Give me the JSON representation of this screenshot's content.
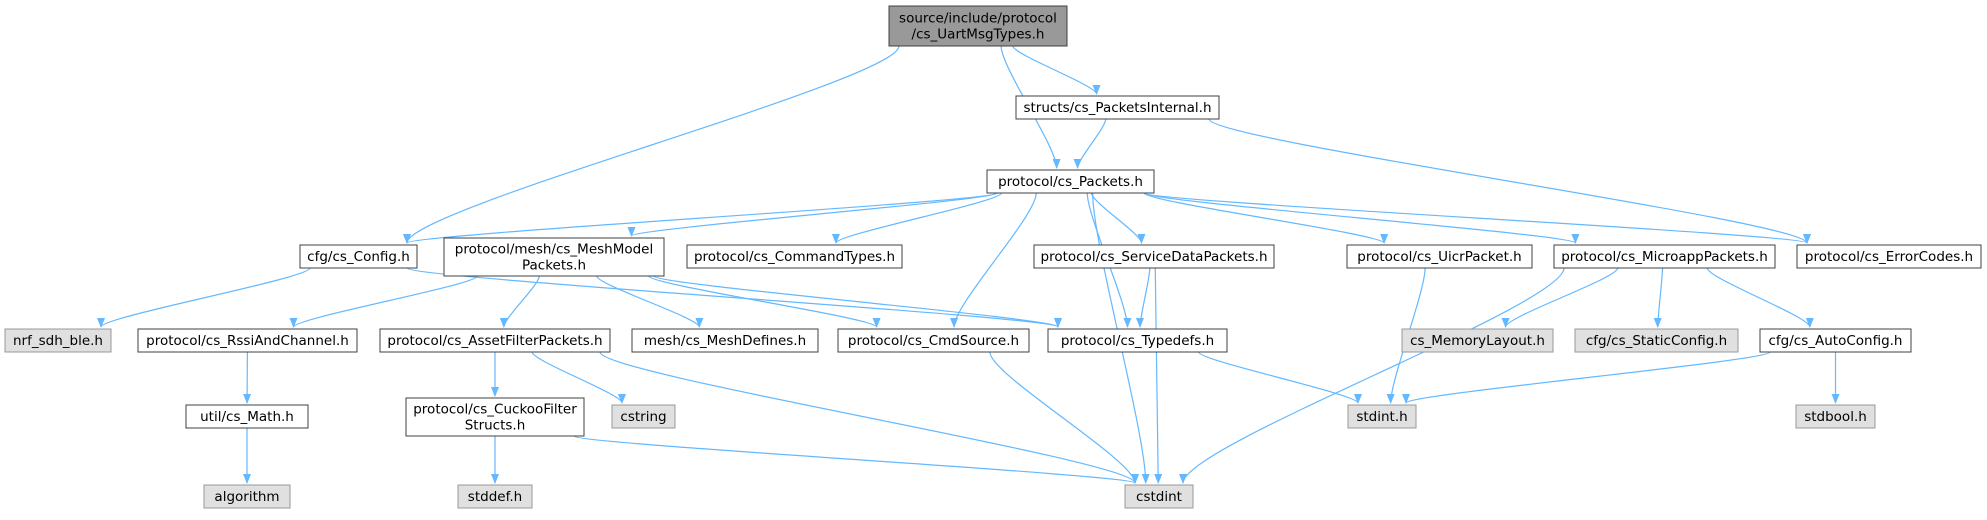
{
  "colors": {
    "edge": "#63b8ff",
    "node_border": "#404040",
    "node_fill_default": "#ffffff",
    "node_fill_external": "#e0e0e0",
    "node_border_external": "#999999",
    "node_fill_root": "#999999"
  },
  "nodes": [
    {
      "id": "root",
      "kind": "root",
      "lines": [
        "source/include/protocol",
        "/cs_UartMsgTypes.h"
      ]
    },
    {
      "id": "packets_internal",
      "kind": "default",
      "lines": [
        "structs/cs_PacketsInternal.h"
      ]
    },
    {
      "id": "packets",
      "kind": "default",
      "lines": [
        "protocol/cs_Packets.h"
      ]
    },
    {
      "id": "config",
      "kind": "default",
      "lines": [
        "cfg/cs_Config.h"
      ]
    },
    {
      "id": "mesh_model",
      "kind": "default",
      "lines": [
        "protocol/mesh/cs_MeshModel",
        "Packets.h"
      ]
    },
    {
      "id": "command_types",
      "kind": "default",
      "lines": [
        "protocol/cs_CommandTypes.h"
      ]
    },
    {
      "id": "service_data",
      "kind": "default",
      "lines": [
        "protocol/cs_ServiceDataPackets.h"
      ]
    },
    {
      "id": "uicr",
      "kind": "default",
      "lines": [
        "protocol/cs_UicrPacket.h"
      ]
    },
    {
      "id": "microapp",
      "kind": "default",
      "lines": [
        "protocol/cs_MicroappPackets.h"
      ]
    },
    {
      "id": "error_codes",
      "kind": "default",
      "lines": [
        "protocol/cs_ErrorCodes.h"
      ]
    },
    {
      "id": "nrf_sdh_ble",
      "kind": "external",
      "lines": [
        "nrf_sdh_ble.h"
      ]
    },
    {
      "id": "rssi",
      "kind": "default",
      "lines": [
        "protocol/cs_RssiAndChannel.h"
      ]
    },
    {
      "id": "asset_filter",
      "kind": "default",
      "lines": [
        "protocol/cs_AssetFilterPackets.h"
      ]
    },
    {
      "id": "mesh_defines",
      "kind": "default",
      "lines": [
        "mesh/cs_MeshDefines.h"
      ]
    },
    {
      "id": "cmd_source",
      "kind": "default",
      "lines": [
        "protocol/cs_CmdSource.h"
      ]
    },
    {
      "id": "typedefs",
      "kind": "default",
      "lines": [
        "protocol/cs_Typedefs.h"
      ]
    },
    {
      "id": "memory_layout",
      "kind": "external",
      "lines": [
        "cs_MemoryLayout.h"
      ]
    },
    {
      "id": "static_config",
      "kind": "external",
      "lines": [
        "cfg/cs_StaticConfig.h"
      ]
    },
    {
      "id": "auto_config",
      "kind": "default",
      "lines": [
        "cfg/cs_AutoConfig.h"
      ]
    },
    {
      "id": "math",
      "kind": "default",
      "lines": [
        "util/cs_Math.h"
      ]
    },
    {
      "id": "cuckoo",
      "kind": "default",
      "lines": [
        "protocol/cs_CuckooFilter",
        "Structs.h"
      ]
    },
    {
      "id": "cstring",
      "kind": "external",
      "lines": [
        "cstring"
      ]
    },
    {
      "id": "stdint",
      "kind": "external",
      "lines": [
        "stdint.h"
      ]
    },
    {
      "id": "stdbool",
      "kind": "external",
      "lines": [
        "stdbool.h"
      ]
    },
    {
      "id": "algorithm",
      "kind": "external",
      "lines": [
        "algorithm"
      ]
    },
    {
      "id": "stddef",
      "kind": "external",
      "lines": [
        "stddef.h"
      ]
    },
    {
      "id": "cstdint",
      "kind": "external",
      "lines": [
        "cstdint"
      ]
    }
  ],
  "edges": [
    {
      "from": "root",
      "to": "config"
    },
    {
      "from": "root",
      "to": "packets"
    },
    {
      "from": "root",
      "to": "packets_internal"
    },
    {
      "from": "packets_internal",
      "to": "packets"
    },
    {
      "from": "packets_internal",
      "to": "error_codes"
    },
    {
      "from": "packets",
      "to": "config"
    },
    {
      "from": "packets",
      "to": "mesh_model"
    },
    {
      "from": "packets",
      "to": "command_types"
    },
    {
      "from": "packets",
      "to": "cmd_source"
    },
    {
      "from": "packets",
      "to": "typedefs"
    },
    {
      "from": "packets",
      "to": "service_data"
    },
    {
      "from": "packets",
      "to": "cstdint"
    },
    {
      "from": "packets",
      "to": "uicr"
    },
    {
      "from": "packets",
      "to": "microapp"
    },
    {
      "from": "packets",
      "to": "error_codes"
    },
    {
      "from": "config",
      "to": "nrf_sdh_ble"
    },
    {
      "from": "config",
      "to": "typedefs"
    },
    {
      "from": "mesh_model",
      "to": "rssi"
    },
    {
      "from": "mesh_model",
      "to": "asset_filter"
    },
    {
      "from": "mesh_model",
      "to": "mesh_defines"
    },
    {
      "from": "mesh_model",
      "to": "cmd_source"
    },
    {
      "from": "mesh_model",
      "to": "typedefs"
    },
    {
      "from": "service_data",
      "to": "typedefs"
    },
    {
      "from": "service_data",
      "to": "cstdint"
    },
    {
      "from": "uicr",
      "to": "stdint"
    },
    {
      "from": "microapp",
      "to": "memory_layout"
    },
    {
      "from": "microapp",
      "to": "static_config"
    },
    {
      "from": "microapp",
      "to": "auto_config"
    },
    {
      "from": "microapp",
      "to": "cstdint"
    },
    {
      "from": "rssi",
      "to": "math"
    },
    {
      "from": "math",
      "to": "algorithm"
    },
    {
      "from": "asset_filter",
      "to": "cuckoo"
    },
    {
      "from": "asset_filter",
      "to": "cstring"
    },
    {
      "from": "asset_filter",
      "to": "cstdint"
    },
    {
      "from": "cuckoo",
      "to": "stddef"
    },
    {
      "from": "cuckoo",
      "to": "cstdint"
    },
    {
      "from": "cmd_source",
      "to": "cstdint"
    },
    {
      "from": "typedefs",
      "to": "stdint"
    },
    {
      "from": "auto_config",
      "to": "stdint"
    },
    {
      "from": "auto_config",
      "to": "stdbool"
    }
  ]
}
